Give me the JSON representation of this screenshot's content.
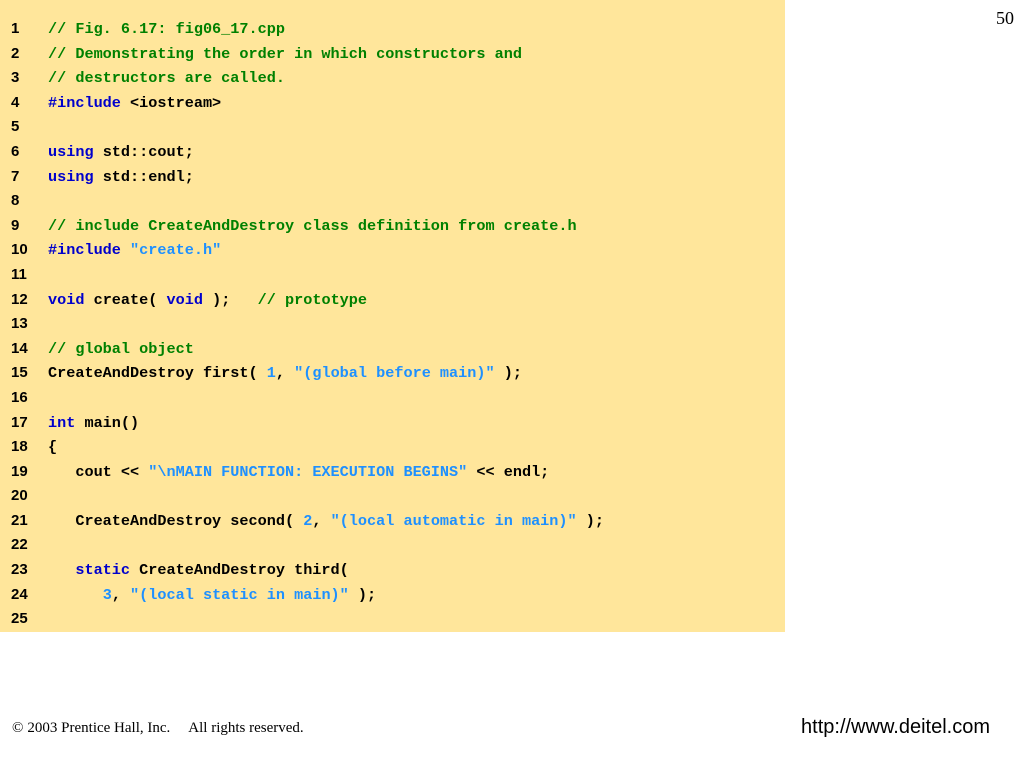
{
  "slide": {
    "number": "50"
  },
  "colors": {
    "panel_background": "#ffe69b",
    "comment": "#008000",
    "keyword": "#0000cc",
    "string": "#1e90ff",
    "number": "#1e90ff",
    "plain": "#000000"
  },
  "code": {
    "lines": [
      {
        "n": "1",
        "tokens": [
          {
            "t": "comment",
            "v": "// Fig. 6.17: fig06_17.cpp"
          }
        ]
      },
      {
        "n": "2",
        "tokens": [
          {
            "t": "comment",
            "v": "// Demonstrating the order in which constructors and"
          }
        ]
      },
      {
        "n": "3",
        "tokens": [
          {
            "t": "comment",
            "v": "// destructors are called."
          }
        ]
      },
      {
        "n": "4",
        "tokens": [
          {
            "t": "keyword",
            "v": "#include"
          },
          {
            "t": "plain",
            "v": " <iostream>"
          }
        ]
      },
      {
        "n": "5",
        "tokens": []
      },
      {
        "n": "6",
        "tokens": [
          {
            "t": "keyword",
            "v": "using"
          },
          {
            "t": "plain",
            "v": " std::cout;"
          }
        ]
      },
      {
        "n": "7",
        "tokens": [
          {
            "t": "keyword",
            "v": "using"
          },
          {
            "t": "plain",
            "v": " std::endl;"
          }
        ]
      },
      {
        "n": "8",
        "tokens": []
      },
      {
        "n": "9",
        "tokens": [
          {
            "t": "comment",
            "v": "// include CreateAndDestroy class definition from create.h"
          }
        ]
      },
      {
        "n": "10",
        "tokens": [
          {
            "t": "keyword",
            "v": "#include"
          },
          {
            "t": "plain",
            "v": " "
          },
          {
            "t": "string",
            "v": "\"create.h\""
          }
        ]
      },
      {
        "n": "11",
        "tokens": []
      },
      {
        "n": "12",
        "tokens": [
          {
            "t": "keyword",
            "v": "void"
          },
          {
            "t": "plain",
            "v": " create( "
          },
          {
            "t": "keyword",
            "v": "void"
          },
          {
            "t": "plain",
            "v": " );   "
          },
          {
            "t": "comment",
            "v": "// prototype"
          }
        ]
      },
      {
        "n": "13",
        "tokens": []
      },
      {
        "n": "14",
        "tokens": [
          {
            "t": "comment",
            "v": "// global object"
          }
        ]
      },
      {
        "n": "15",
        "tokens": [
          {
            "t": "plain",
            "v": "CreateAndDestroy first( "
          },
          {
            "t": "number",
            "v": "1"
          },
          {
            "t": "plain",
            "v": ", "
          },
          {
            "t": "string",
            "v": "\"(global before main)\""
          },
          {
            "t": "plain",
            "v": " );"
          }
        ]
      },
      {
        "n": "16",
        "tokens": []
      },
      {
        "n": "17",
        "tokens": [
          {
            "t": "keyword",
            "v": "int"
          },
          {
            "t": "plain",
            "v": " main()"
          }
        ]
      },
      {
        "n": "18",
        "tokens": [
          {
            "t": "plain",
            "v": "{"
          }
        ]
      },
      {
        "n": "19",
        "tokens": [
          {
            "t": "plain",
            "v": "   cout << "
          },
          {
            "t": "string",
            "v": "\"\\nMAIN FUNCTION: EXECUTION BEGINS\""
          },
          {
            "t": "plain",
            "v": " << endl;"
          }
        ]
      },
      {
        "n": "20",
        "tokens": []
      },
      {
        "n": "21",
        "tokens": [
          {
            "t": "plain",
            "v": "   CreateAndDestroy second( "
          },
          {
            "t": "number",
            "v": "2"
          },
          {
            "t": "plain",
            "v": ", "
          },
          {
            "t": "string",
            "v": "\"(local automatic in main)\""
          },
          {
            "t": "plain",
            "v": " );"
          }
        ]
      },
      {
        "n": "22",
        "tokens": []
      },
      {
        "n": "23",
        "tokens": [
          {
            "t": "plain",
            "v": "   "
          },
          {
            "t": "keyword",
            "v": "static"
          },
          {
            "t": "plain",
            "v": " CreateAndDestroy third("
          }
        ]
      },
      {
        "n": "24",
        "tokens": [
          {
            "t": "plain",
            "v": "      "
          },
          {
            "t": "number",
            "v": "3"
          },
          {
            "t": "plain",
            "v": ", "
          },
          {
            "t": "string",
            "v": "\"(local static in main)\""
          },
          {
            "t": "plain",
            "v": " );"
          }
        ]
      },
      {
        "n": "25",
        "tokens": []
      }
    ]
  },
  "footer": {
    "copyright_symbol": "©",
    "copyright_text": "2003 Prentice Hall, Inc.",
    "rights": "All rights reserved.",
    "url": "http://www.deitel.com"
  }
}
